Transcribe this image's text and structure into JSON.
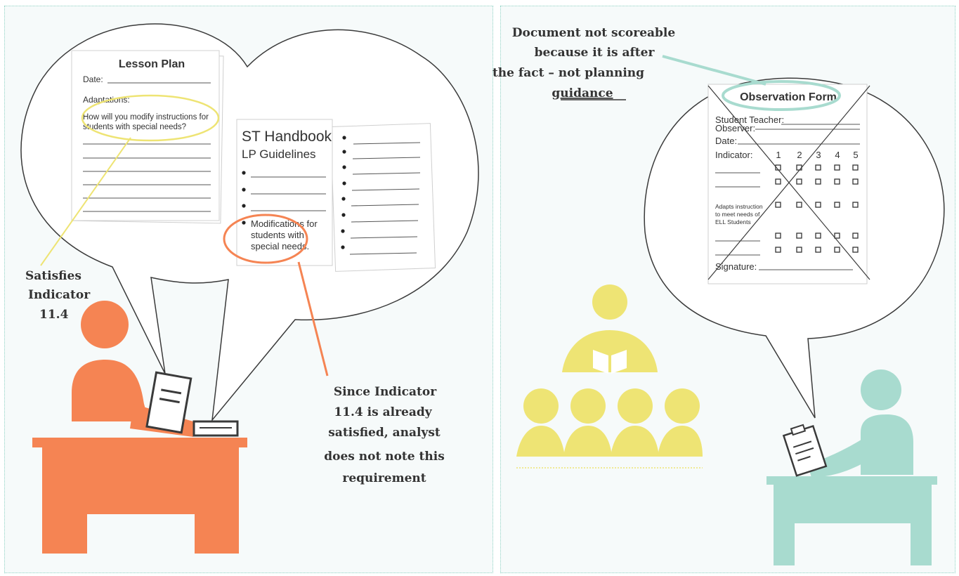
{
  "lesson_plan": {
    "title": "Lesson Plan",
    "date_label": "Date:",
    "adaptations_label": "Adaptations:",
    "question_line1": "How will you modify instructions for",
    "question_line2": "students with special needs?"
  },
  "handbook": {
    "title": "ST Handbook",
    "subtitle": "LP Guidelines",
    "highlight_line1": "Modifications for",
    "highlight_line2": "students with",
    "highlight_line3": "special needs."
  },
  "annotations": {
    "satisfies_line1": "Satisfies",
    "satisfies_line2": "Indicator",
    "satisfies_line3": "11.4",
    "since_line1": "Since Indicator",
    "since_line2": "11.4 is already",
    "since_line3": "satisfied, analyst",
    "since_line4": "does not note this",
    "since_line5": "requirement",
    "doc_line1": "Document not scoreable",
    "doc_line2": "because it is after",
    "doc_line3": "the fact – not planning",
    "doc_line4": "guidance"
  },
  "observation_form": {
    "title": "Observation Form",
    "student_teacher_label": "Student Teacher:",
    "observer_label": "Observer:",
    "date_label": "Date:",
    "indicator_label": "Indicator:",
    "scale": [
      "1",
      "2",
      "3",
      "4",
      "5"
    ],
    "row_text_line1": "Adapts instruction",
    "row_text_line2": "to meet needs of",
    "row_text_line3": "ELL Students",
    "signature_label": "Signature:"
  },
  "colors": {
    "orange": "#f58453",
    "teal": "#a8dbcf",
    "yellow": "#eee474",
    "outline": "#3a3a3a"
  }
}
